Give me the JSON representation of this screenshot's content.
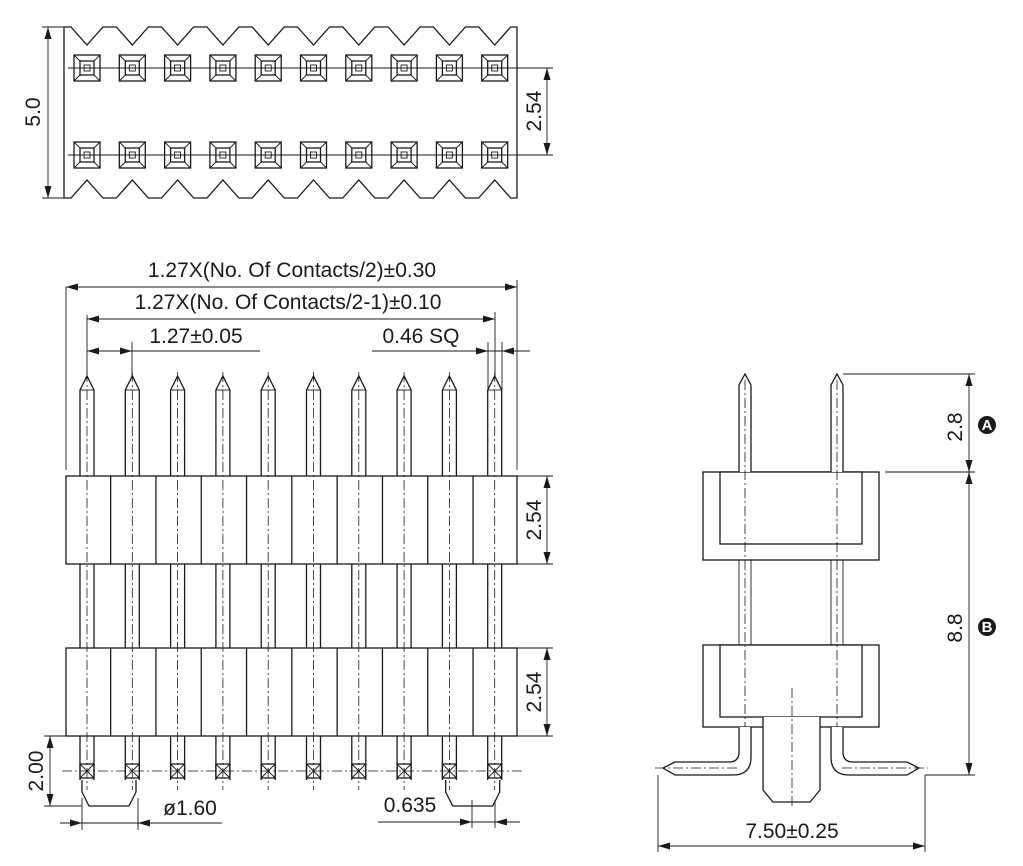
{
  "top_view": {
    "height_dim": "5.0",
    "row_pitch_dim": "2.54"
  },
  "front_view": {
    "total_length_dim": "1.27X(No. Of Contacts/2)±0.30",
    "pin_span_dim": "1.27X(No. Of Contacts/2-1)±0.10",
    "pitch_dim": "1.27±0.05",
    "pin_size_dim": "0.46 SQ",
    "upper_body_dim": "2.54",
    "lower_body_dim": "2.54",
    "tail_dim": "2.00",
    "diameter_dim": "ø1.60",
    "offset_dim": "0.635"
  },
  "side_view": {
    "pin_length_dim": "2.8",
    "pin_length_marker": "A",
    "body_height_dim": "8.8",
    "body_height_marker": "B",
    "width_dim": "7.50±0.25"
  }
}
